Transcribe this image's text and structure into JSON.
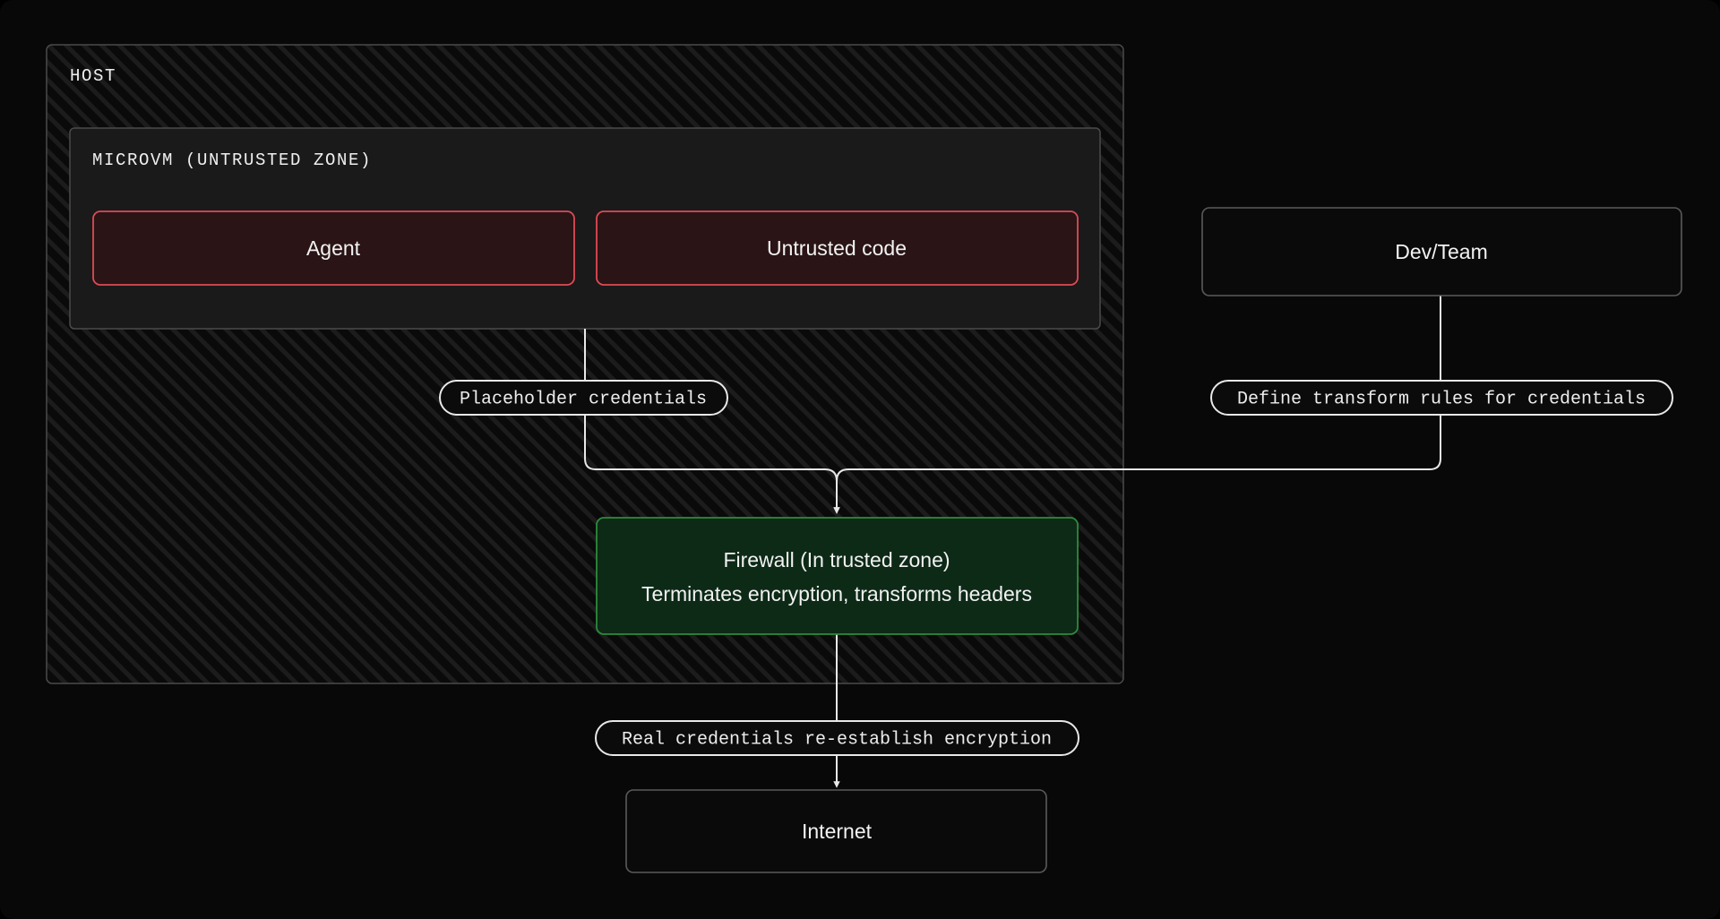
{
  "diagram": {
    "background_color": "#080808",
    "zones": [
      {
        "id": "host",
        "title": "HOST",
        "fill": "#0a0a0a",
        "stroke": "#4a4a4a",
        "hatched": true
      },
      {
        "id": "microvm",
        "title": "MICROVM (UNTRUSTED ZONE)",
        "fill": "#1a1a1a",
        "stroke": "#4a4a4a",
        "hatched": false
      }
    ],
    "nodes": [
      {
        "id": "agent",
        "label": "Agent",
        "fill": "#2a1416",
        "stroke": "#e04a55",
        "kind": "untrusted"
      },
      {
        "id": "untrusted-code",
        "label": "Untrusted code",
        "fill": "#2a1416",
        "stroke": "#e04a55",
        "kind": "untrusted"
      },
      {
        "id": "dev-team",
        "label": "Dev/Team",
        "fill": "#0a0a0a",
        "stroke": "#5a5a5a",
        "kind": "external"
      },
      {
        "id": "firewall",
        "label_line1": "Firewall (In trusted zone)",
        "label_line2": "Terminates encryption, transforms headers",
        "fill": "#0d2a17",
        "stroke": "#2f8a3c",
        "kind": "trusted"
      },
      {
        "id": "internet",
        "label": "Internet",
        "fill": "#0a0a0a",
        "stroke": "#5a5a5a",
        "kind": "external"
      }
    ],
    "edges": [
      {
        "id": "untrusted-to-firewall",
        "from": "untrusted-code",
        "to": "firewall",
        "label": "Placeholder credentials"
      },
      {
        "id": "devteam-to-firewall",
        "from": "dev-team",
        "to": "firewall",
        "label": "Define transform rules for credentials"
      },
      {
        "id": "firewall-to-internet",
        "from": "firewall",
        "to": "internet",
        "label": "Real credentials re-establish encryption"
      }
    ],
    "edge_color": "#e8e8e8"
  }
}
